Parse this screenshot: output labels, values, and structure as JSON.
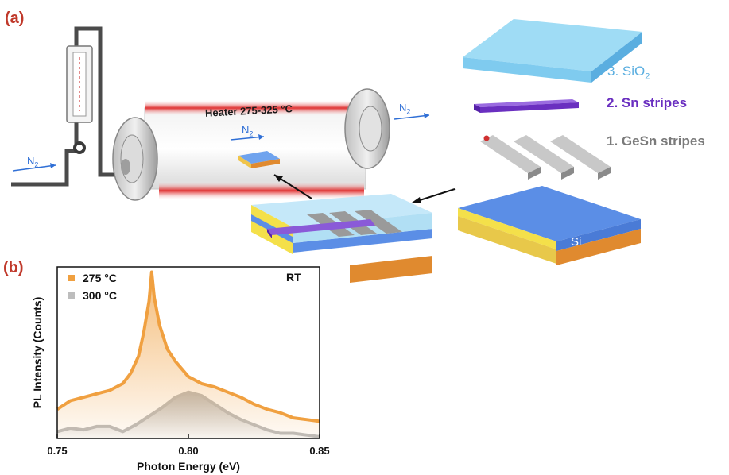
{
  "panel_a": {
    "label": "(a)",
    "heater": "Heater 275-325 °C",
    "n2_base": "N",
    "n2_sub": "2",
    "layers": {
      "l3": "3. SiO",
      "l3_sub": "2",
      "l2": "2. Sn stripes",
      "l1": "1. GeSn stripes",
      "si": "Si"
    },
    "colors": {
      "sio2": "#8fd6f2",
      "sn": "#7a3fd0",
      "gesn": "#b0b0b0",
      "si_top": "#5b8ee6",
      "si_side": "#e08a2f",
      "heater": "#e03030"
    }
  },
  "panel_b": {
    "label": "(b)"
  },
  "chart_data": {
    "type": "line",
    "title": "",
    "xlabel": "Photon Energy (eV)",
    "ylabel": "PL Intensity (Counts)",
    "xlim": [
      0.75,
      0.85
    ],
    "xticks": [
      "0.75",
      "0.80",
      "0.85"
    ],
    "annotation": "RT",
    "legend_position": "top-left",
    "series": [
      {
        "name": "275 °C",
        "color": "#f0a040",
        "x": [
          0.75,
          0.755,
          0.76,
          0.765,
          0.77,
          0.775,
          0.778,
          0.781,
          0.783,
          0.785,
          0.786,
          0.787,
          0.789,
          0.792,
          0.795,
          0.8,
          0.805,
          0.81,
          0.815,
          0.82,
          0.825,
          0.83,
          0.835,
          0.84,
          0.845,
          0.85
        ],
        "y": [
          0.17,
          0.22,
          0.24,
          0.26,
          0.28,
          0.32,
          0.38,
          0.48,
          0.62,
          0.8,
          0.97,
          0.82,
          0.66,
          0.52,
          0.45,
          0.36,
          0.32,
          0.3,
          0.27,
          0.24,
          0.2,
          0.17,
          0.15,
          0.12,
          0.11,
          0.1
        ]
      },
      {
        "name": "300 °C",
        "color": "#bdbdbd",
        "x": [
          0.75,
          0.755,
          0.76,
          0.765,
          0.77,
          0.775,
          0.78,
          0.785,
          0.79,
          0.795,
          0.8,
          0.805,
          0.81,
          0.815,
          0.82,
          0.825,
          0.83,
          0.835,
          0.84,
          0.845,
          0.85
        ],
        "y": [
          0.04,
          0.06,
          0.05,
          0.07,
          0.07,
          0.04,
          0.08,
          0.13,
          0.18,
          0.24,
          0.27,
          0.25,
          0.2,
          0.15,
          0.11,
          0.08,
          0.05,
          0.03,
          0.03,
          0.02,
          0.01
        ]
      }
    ]
  }
}
